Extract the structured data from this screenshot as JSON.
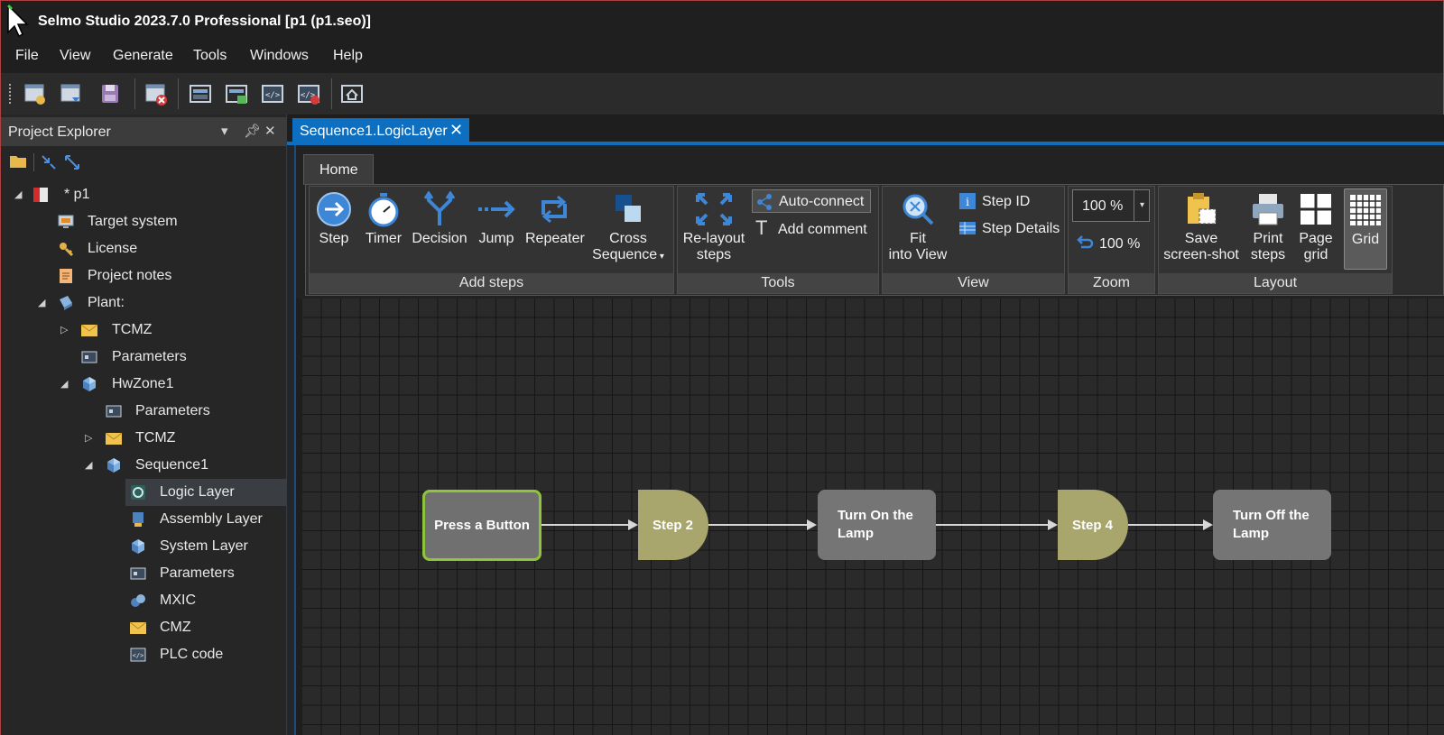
{
  "window": {
    "title": "Selmo Studio 2023.7.0 Professional  [p1 (p1.seo)]"
  },
  "menu": [
    "File",
    "View",
    "Generate",
    "Tools",
    "Windows",
    "Help"
  ],
  "explorer": {
    "title": "Project Explorer",
    "tree": [
      {
        "label": "* p1"
      },
      {
        "label": "Target system"
      },
      {
        "label": "License"
      },
      {
        "label": "Project notes"
      },
      {
        "label": "Plant:"
      },
      {
        "label": "TCMZ"
      },
      {
        "label": "Parameters"
      },
      {
        "label": "HwZone1"
      },
      {
        "label": "Parameters"
      },
      {
        "label": "TCMZ"
      },
      {
        "label": "Sequence1"
      },
      {
        "label": "Logic Layer"
      },
      {
        "label": "Assembly Layer"
      },
      {
        "label": "System Layer"
      },
      {
        "label": "Parameters"
      },
      {
        "label": "MXIC"
      },
      {
        "label": "CMZ"
      },
      {
        "label": "PLC code"
      }
    ]
  },
  "document": {
    "tab": "Sequence1.LogicLayer",
    "close": "✕"
  },
  "ribbon": {
    "tab": "Home",
    "add_steps": {
      "label": "Add steps",
      "step": "Step",
      "timer": "Timer",
      "decision": "Decision",
      "jump": "Jump",
      "repeater": "Repeater",
      "cross1": "Cross",
      "cross2": "Sequence"
    },
    "tools": {
      "label": "Tools",
      "relayout1": "Re-layout",
      "relayout2": "steps",
      "autoconnect": "Auto-connect",
      "addcomment": "Add comment"
    },
    "view": {
      "label": "View",
      "fit1": "Fit",
      "fit2": "into View",
      "stepid": "Step ID",
      "stepdetails": "Step Details"
    },
    "zoom": {
      "label": "Zoom",
      "value": "100 %",
      "reset": "100 %"
    },
    "layout": {
      "label": "Layout",
      "save1": "Save",
      "save2": "screen-shot",
      "print1": "Print",
      "print2": "steps",
      "page1": "Page",
      "page2": "grid",
      "grid": "Grid"
    }
  },
  "diagram": {
    "nodes": [
      {
        "label": "Press a Button"
      },
      {
        "label": "Step 2"
      },
      {
        "label": "Turn On the Lamp"
      },
      {
        "label": "Step 4"
      },
      {
        "label": "Turn Off the Lamp"
      }
    ]
  }
}
